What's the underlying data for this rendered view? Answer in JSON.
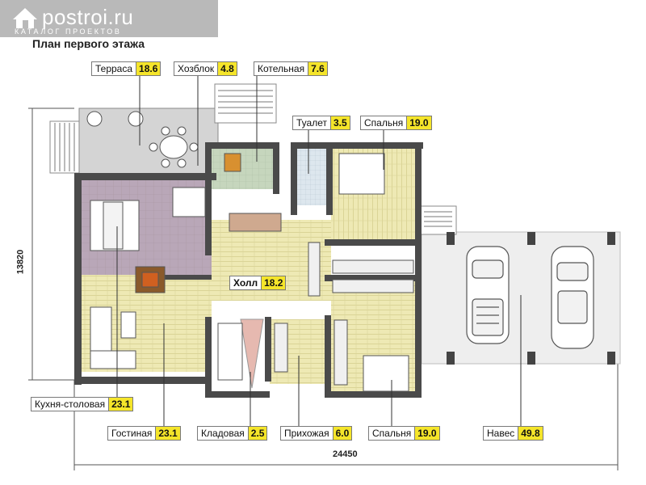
{
  "site": {
    "logo_text": "postroi.ru",
    "logo_subtitle": "КАТАЛОГ ПРОЕКТОВ",
    "logo_icon": "house-icon"
  },
  "plan": {
    "title": "План первого этажа",
    "dimension_width": "24450",
    "dimension_height": "13820"
  },
  "rooms": {
    "terrace": {
      "name": "Терраса",
      "area": "18.6"
    },
    "utility": {
      "name": "Хозблок",
      "area": "4.8"
    },
    "boiler": {
      "name": "Котельная",
      "area": "7.6"
    },
    "toilet": {
      "name": "Туалет",
      "area": "3.5"
    },
    "bedroom_top": {
      "name": "Спальня",
      "area": "19.0"
    },
    "hall": {
      "name": "Холл",
      "area": "18.2"
    },
    "kitchen": {
      "name": "Кухня-столовая",
      "area": "23.1"
    },
    "living": {
      "name": "Гостиная",
      "area": "23.1"
    },
    "pantry": {
      "name": "Кладовая",
      "area": "2.5"
    },
    "entry": {
      "name": "Прихожая",
      "area": "6.0"
    },
    "bedroom_bottom": {
      "name": "Спальня",
      "area": "19.0"
    },
    "carport": {
      "name": "Навес",
      "area": "49.8"
    }
  },
  "colors": {
    "wall": "#4a4a4a",
    "wood_floor": "#eee9b4",
    "tile_purple": "#b9a7b8",
    "tile_green": "#c6d6bd",
    "terrace_floor": "#d4d4d4",
    "area_badge": "#f5e52a"
  }
}
